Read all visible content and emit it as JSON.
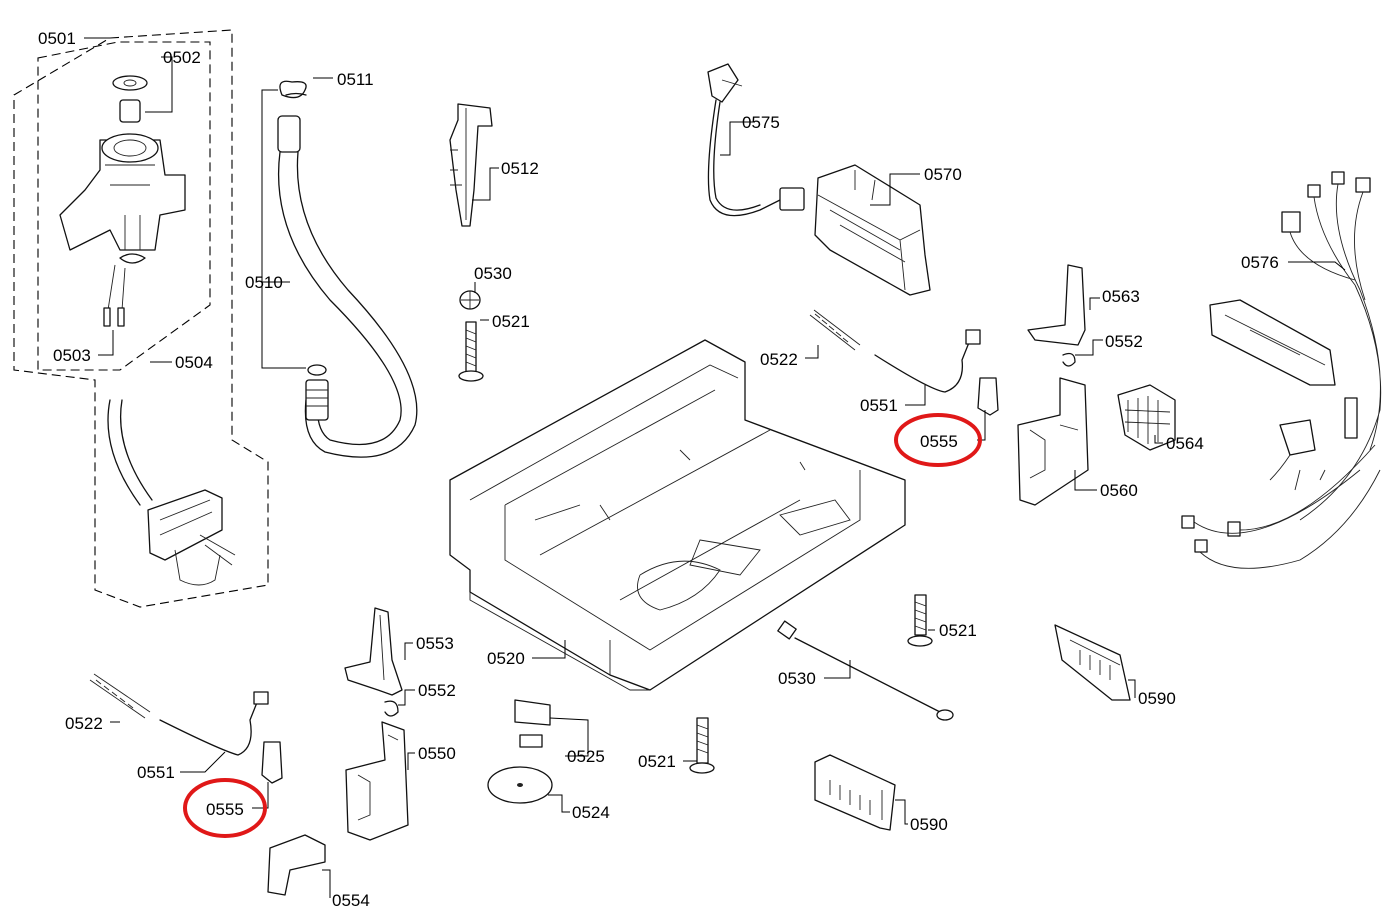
{
  "diagram": {
    "background": "#ffffff",
    "highlight_color": "#e01818",
    "labels": {
      "p0501": "0501",
      "p0502": "0502",
      "p0503": "0503",
      "p0504": "0504",
      "p0510": "0510",
      "p0511": "0511",
      "p0512": "0512",
      "p0520": "0520",
      "p0521a": "0521",
      "p0521b": "0521",
      "p0521c": "0521",
      "p0522a": "0522",
      "p0522b": "0522",
      "p0524": "0524",
      "p0525": "0525",
      "p0530a": "0530",
      "p0530b": "0530",
      "p0550": "0550",
      "p0551a": "0551",
      "p0551b": "0551",
      "p0552a": "0552",
      "p0552b": "0552",
      "p0553": "0553",
      "p0554": "0554",
      "p0555a": "0555",
      "p0555b": "0555",
      "p0560": "0560",
      "p0563": "0563",
      "p0564": "0564",
      "p0570": "0570",
      "p0575": "0575",
      "p0576": "0576",
      "p0590a": "0590",
      "p0590b": "0590"
    }
  }
}
